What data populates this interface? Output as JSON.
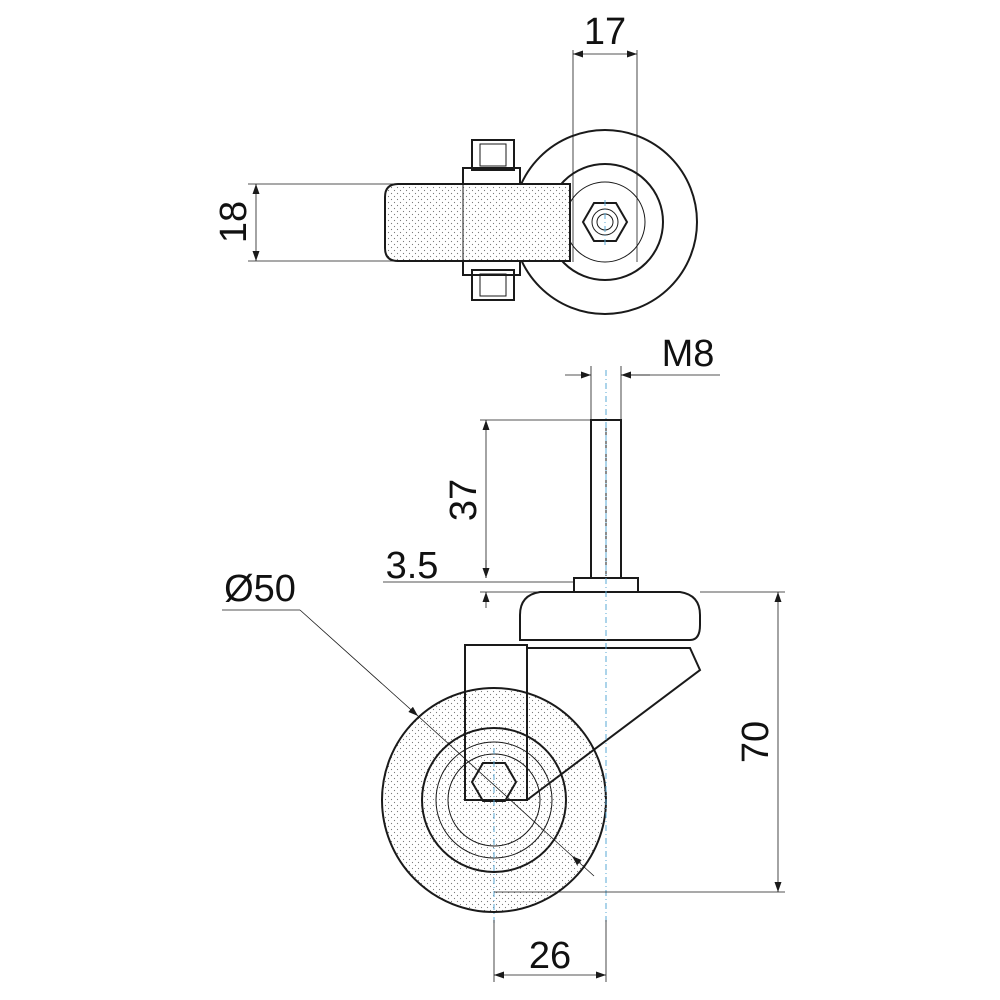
{
  "dimensions": {
    "hub_width": "17",
    "plate_height": "18",
    "thread": "M8",
    "stem_length": "37",
    "washer_thickness": "3.5",
    "wheel_diameter": "Ø50",
    "total_height": "70",
    "offset": "26"
  },
  "colors": {
    "line": "#1a1a1a",
    "centerline": "#5aa9d6",
    "tread_fill": "#f2f2f2"
  }
}
